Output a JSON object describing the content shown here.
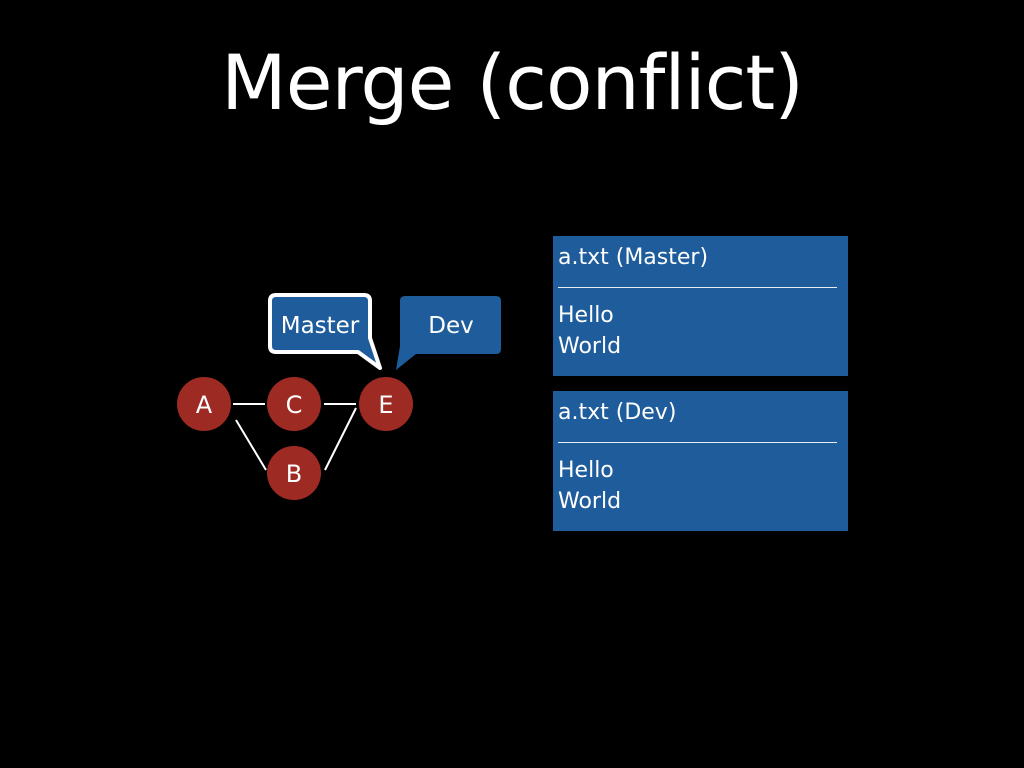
{
  "slide": {
    "title": "Merge (conflict)"
  },
  "graph": {
    "nodes": [
      {
        "id": "A",
        "label": "A"
      },
      {
        "id": "C",
        "label": "C"
      },
      {
        "id": "E",
        "label": "E"
      },
      {
        "id": "B",
        "label": "B"
      }
    ],
    "edges": [
      [
        "A",
        "C"
      ],
      [
        "C",
        "E"
      ],
      [
        "A",
        "B"
      ],
      [
        "B",
        "E"
      ]
    ],
    "branches": [
      {
        "name": "Master",
        "points_to": "E",
        "selected": true
      },
      {
        "name": "Dev",
        "points_to": "E",
        "selected": false
      }
    ]
  },
  "files": [
    {
      "header": "a.txt (Master)",
      "lines": [
        "Hello",
        "World"
      ]
    },
    {
      "header": "a.txt (Dev)",
      "lines": [
        "Hello",
        "World"
      ]
    }
  ],
  "colors": {
    "background": "#000000",
    "commit_node": "#9e2a24",
    "branch_bubble": "#1f5c9b",
    "file_box": "#1f5c9b",
    "text": "#ffffff"
  }
}
